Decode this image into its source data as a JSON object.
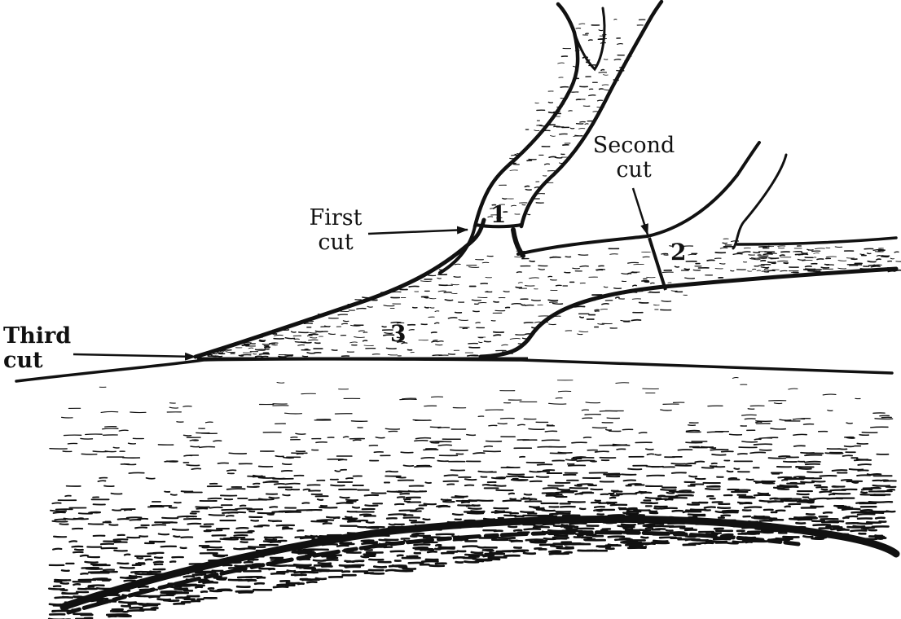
{
  "labels": {
    "first_cut": [
      "First",
      "cut"
    ],
    "second_cut": [
      "Second",
      "cut"
    ],
    "third_cut": [
      "Third",
      "cut"
    ]
  },
  "cut_numbers": {
    "one": "1",
    "two": "2",
    "three": "3"
  },
  "colors": {
    "ink": "#111111",
    "paper": "#ffffff"
  }
}
